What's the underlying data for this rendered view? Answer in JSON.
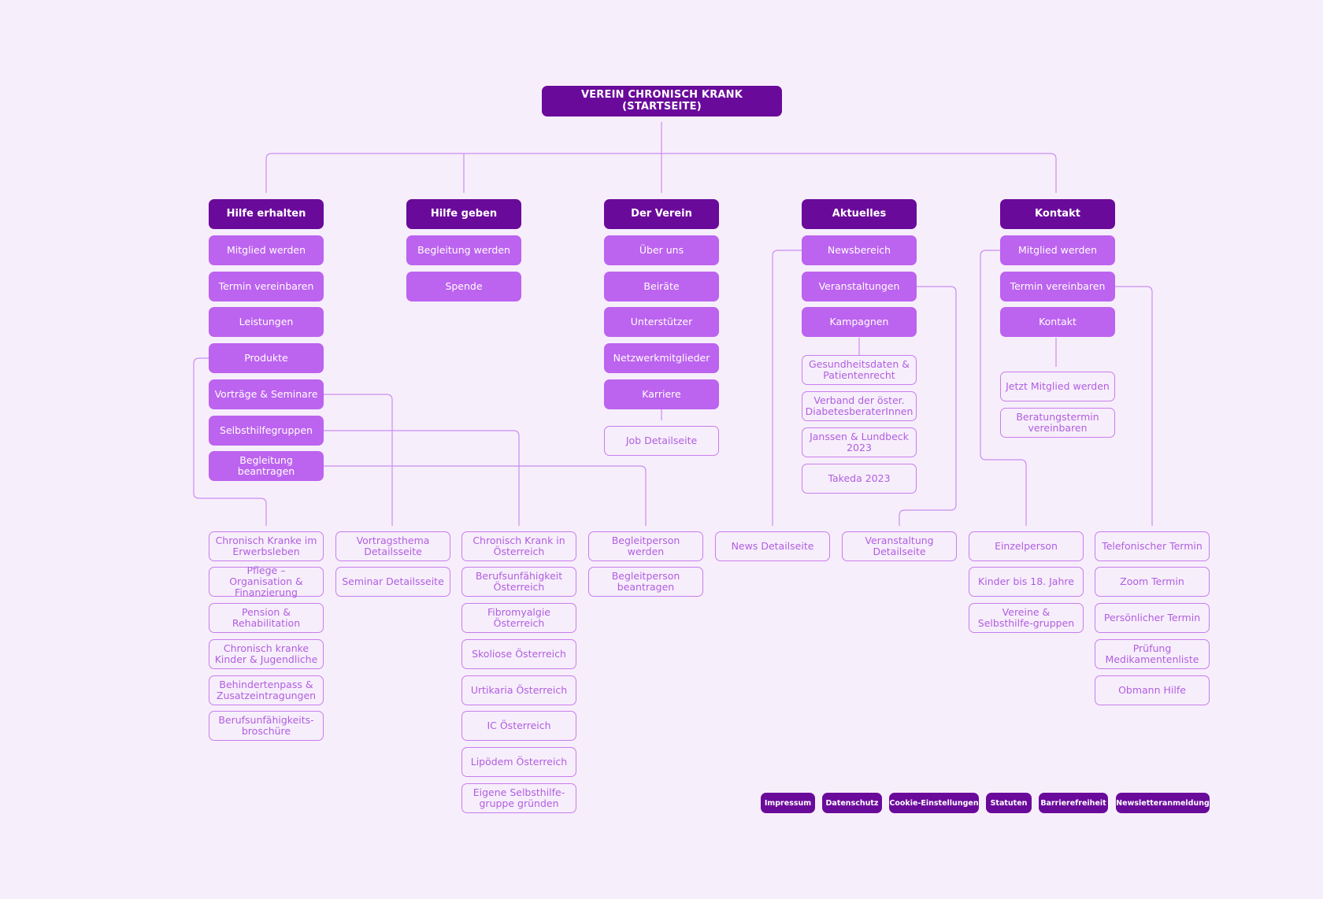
{
  "root": "VEREIN CHRONISCH KRANK (STARTSEITE)",
  "sections": {
    "hilfe_erhalten": {
      "title": "Hilfe erhalten",
      "items": [
        "Mitglied werden",
        "Termin vereinbaren",
        "Leistungen",
        "Produkte",
        "Vorträge & Seminare",
        "Selbsthilfegruppen",
        "Begleitung beantragen"
      ]
    },
    "hilfe_geben": {
      "title": "Hilfe geben",
      "items": [
        "Begleitung werden",
        "Spende"
      ]
    },
    "der_verein": {
      "title": "Der Verein",
      "items": [
        "Über uns",
        "Beiräte",
        "Unterstützer",
        "Netzwerkmitglieder",
        "Karriere"
      ],
      "detail": [
        "Job Detailseite"
      ]
    },
    "aktuelles": {
      "title": "Aktuelles",
      "items": [
        "Newsbereich",
        "Veranstaltungen",
        "Kampagnen"
      ],
      "campaigns": [
        "Gesundheitsdaten & Patientenrecht",
        "Verband der öster. DiabetesberaterInnen",
        "Janssen & Lundbeck 2023",
        "Takeda 2023"
      ]
    },
    "kontakt": {
      "title": "Kontakt",
      "items": [
        "Mitglied werden",
        "Termin vereinbaren",
        "Kontakt"
      ],
      "kontakt_sub": [
        "Jetzt Mitglied werden",
        "Beratungstermin vereinbaren"
      ]
    }
  },
  "bottom": {
    "produkte": [
      "Chronisch Kranke im Erwerbsleben",
      "Pflege – Organisation & Finanzierung",
      "Pension & Rehabilitation",
      "Chronisch kranke Kinder & Jugendliche",
      "Behindertenpass & Zusatzeintragungen",
      "Berufsunfähigkeits-broschüre"
    ],
    "vortraege": [
      "Vortragsthema Detailsseite",
      "Seminar Detailsseite"
    ],
    "selbsthilfe": [
      "Chronisch Krank in Österreich",
      "Berufsunfähigkeit Österreich",
      "Fibromyalgie Österreich",
      "Skoliose Österreich",
      "Urtikaria Österreich",
      "IC Österreich",
      "Lipödem Österreich",
      "Eigene Selbsthilfe-gruppe gründen"
    ],
    "begleitung": [
      "Begleitperson werden",
      "Begleitperson beantragen"
    ],
    "news": [
      "News Detailseite"
    ],
    "veranstaltung": [
      "Veranstaltung Detailseite"
    ],
    "mitglied": [
      "Einzelperson",
      "Kinder bis 18. Jahre",
      "Vereine & Selbsthilfe-gruppen"
    ],
    "termin": [
      "Telefonischer Termin",
      "Zoom Termin",
      "Persönlicher Termin",
      "Prüfung Medikamentenliste",
      "Obmann Hilfe"
    ]
  },
  "footer": [
    "Impressum",
    "Datenschutz",
    "Cookie-Einstellungen",
    "Statuten",
    "Barrierefreiheit",
    "Newsletteranmeldung"
  ],
  "colors": {
    "background": "#f7eefb",
    "primary": "#6a0a9b",
    "secondary": "#bc63ef",
    "outline": "#c77eec",
    "line": "#c98ef0"
  }
}
